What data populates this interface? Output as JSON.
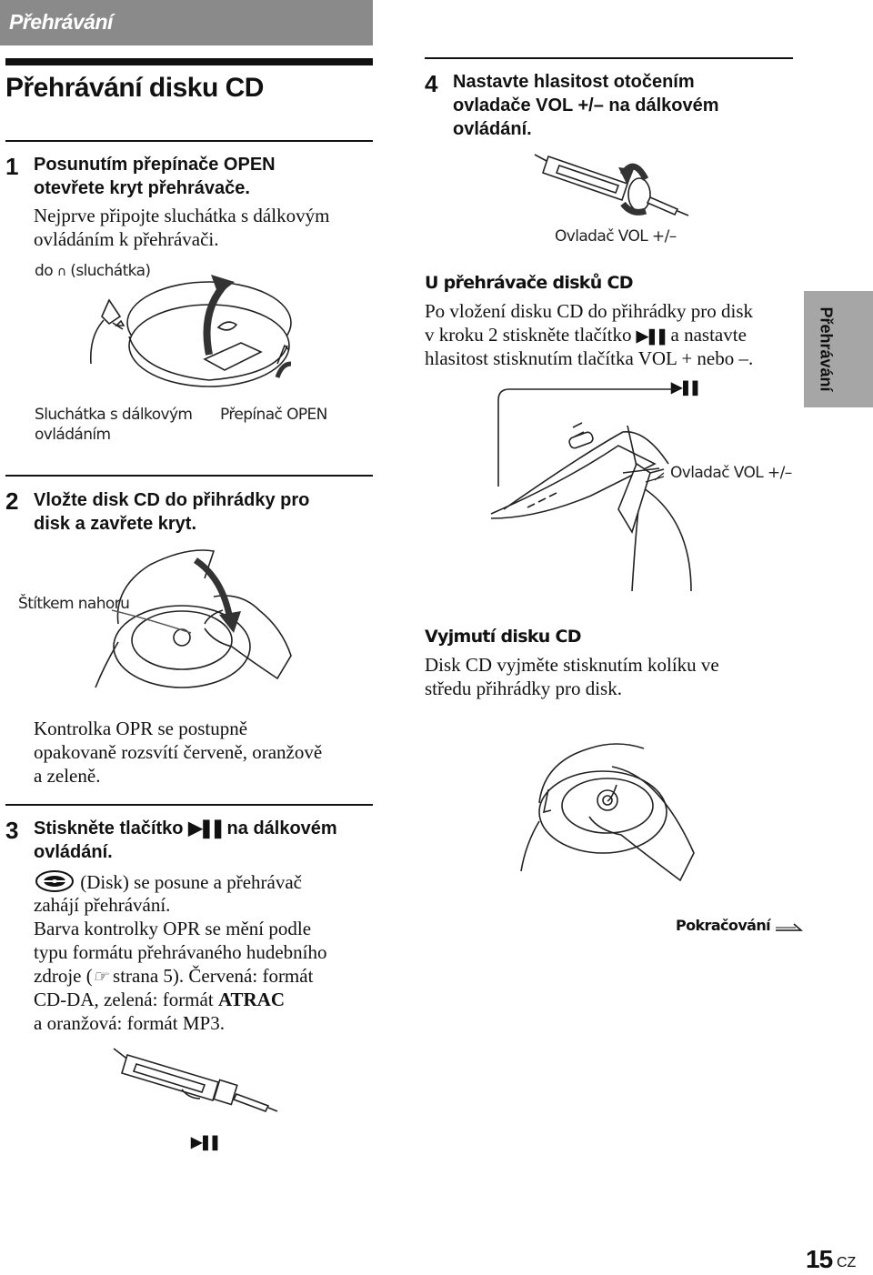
{
  "header": {
    "section_tab": "Přehrávání"
  },
  "page": {
    "title": "Přehrávání disku CD"
  },
  "side_tab": "Přehrávání",
  "step1": {
    "number": "1",
    "heading_line1": "Posunutím přepínače OPEN",
    "heading_line2": "otevřete kryt přehrávače.",
    "body_line1": "Nejprve připojte sluchátka s dálkovým",
    "body_line2": "ovládáním k přehrávači.",
    "label_jack_prefix": "do",
    "label_jack_suffix": "(sluchátka)",
    "label_headphones_line1": "Sluchátka s dálkovým",
    "label_headphones_line2": "ovládáním",
    "label_switch": "Přepínač OPEN"
  },
  "step2": {
    "number": "2",
    "heading_line1": "Vložte disk CD do přihrádky pro",
    "heading_line2": "disk a zavřete kryt.",
    "label_side_up": "Štítkem nahoru",
    "body_line1": "Kontrolka OPR se postupně",
    "body_line2": "opakovaně rozsvítí červeně, oranžově",
    "body_line3": "a zeleně."
  },
  "step3": {
    "number": "3",
    "heading_part1": "Stiskněte tlačítko",
    "heading_part2": "na dálkovém",
    "heading_line2": "ovládání.",
    "body_line1": "(Disk) se posune a přehrávač",
    "body_line2": "zahájí přehrávání.",
    "body_line3": "Barva kontrolky OPR se mění podle",
    "body_line4": "typu formátu přehrávaného hudebního",
    "body_line5_part1": "zdroje (",
    "body_line5_part2": "strana 5). Červená: formát",
    "body_line6_part1": "CD-DA, zelená: formát",
    "body_line6_bold": "ATRAC",
    "body_line7": "a oranžová: formát MP3."
  },
  "step4": {
    "number": "4",
    "heading_line1": "Nastavte hlasitost otočením",
    "heading_line2": "ovladače VOL +/– na dálkovém",
    "heading_line3": "ovládání.",
    "label_vol": "Ovladač VOL +/–"
  },
  "player_section": {
    "title": "U přehrávače disků CD",
    "body_line1": "Po vložení disku CD do přihrádky pro disk",
    "body_line2_part1": "v kroku 2 stiskněte tlačítko",
    "body_line2_part2": "a nastavte",
    "body_line3": "hlasitost stisknutím tlačítka VOL + nebo –.",
    "label_vol": "Ovladač VOL +/–"
  },
  "remove_section": {
    "title": "Vyjmutí disku CD",
    "body_line1": "Disk CD vyjměte stisknutím kolíku ve",
    "body_line2": "středu přihrádky pro disk."
  },
  "continued": "Pokračování",
  "footer": {
    "page_number": "15",
    "lang_code": "CZ"
  },
  "colors": {
    "header_bg": "#8a8a8a",
    "side_tab_bg": "#a6a6a6",
    "text": "#111111"
  }
}
